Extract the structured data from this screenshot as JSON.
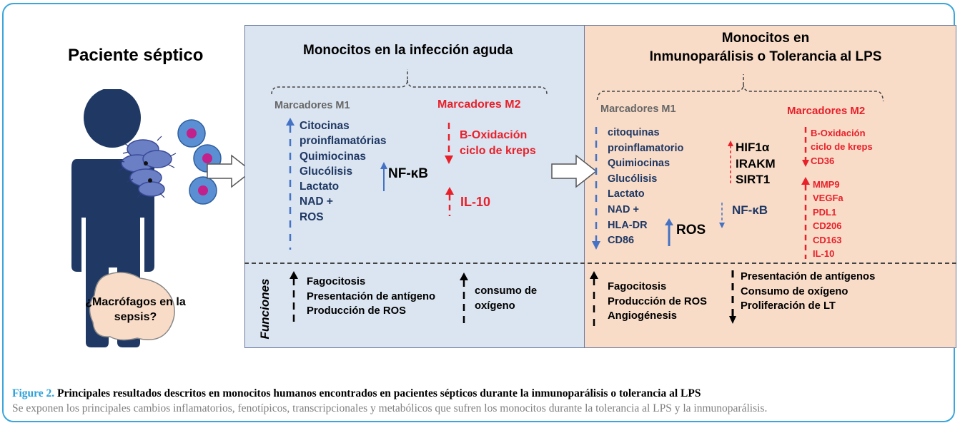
{
  "left": {
    "title": "Paciente séptico",
    "blob_text": "¿Macrófagos en la sepsis?"
  },
  "panel_acute": {
    "title": "Monocitos en la infección aguda",
    "m1_label": "Marcadores M1",
    "m2_label": "Marcadores M2",
    "m1_items": [
      "Citocinas",
      "proinflamatórias",
      "Quimiocinas",
      "Glucólisis",
      "Lactato",
      "NAD +",
      "ROS"
    ],
    "nfkb": "NF-κB",
    "m2_items": [
      "B-Oxidación",
      "ciclo de kreps"
    ],
    "il10": "IL-10",
    "functions_label": "Funciones",
    "func_items": [
      "Fagocitosis",
      "Presentación de antígeno",
      "Producción de ROS"
    ],
    "func_right": [
      "consumo de",
      "oxígeno"
    ]
  },
  "panel_tolerance": {
    "title_line1": "Monocitos en",
    "title_line2": "Inmunoparálisis o Tolerancia al LPS",
    "m1_label": "Marcadores M1",
    "m2_label": "Marcadores M2",
    "m1_items": [
      "citoquinas",
      "proinflamatorio",
      "Quimiocinas",
      "Glucólisis",
      "Lactato",
      "NAD +",
      "HLA-DR",
      "CD86"
    ],
    "ros": "ROS",
    "center_items": [
      "HIF1α",
      "IRAKM",
      "SIRT1"
    ],
    "nfkb": "NF-κB",
    "m2_top": [
      "B-Oxidación",
      "ciclo de kreps",
      "CD36"
    ],
    "m2_bottom": [
      "MMP9",
      "VEGFa",
      "PDL1",
      "CD206",
      "CD163",
      "IL-10"
    ],
    "func_items": [
      "Fagocitosis",
      "Producción de ROS",
      "Angiogénesis"
    ],
    "func_right": [
      "Presentación de antígenos",
      "Consumo de oxígeno",
      "Proliferación de LT"
    ]
  },
  "caption": {
    "figure_label": "Figure 2.",
    "title": "Principales resultados descritos en monocitos humanos encontrados en pacientes sépticos durante la inmunoparálisis o tolerancia al LPS",
    "body": "Se exponen los principales cambios inflamatorios, fenotípicos, transcripcionales y metabólicos que sufren los monocitos durante la tolerancia al LPS y la inmunoparálisis."
  },
  "colors": {
    "frame": "#3aa6dc",
    "panel_acute": "#dbe5f1",
    "panel_tolerance": "#f8dcc8",
    "navy": "#1f3864",
    "red": "#e8202a",
    "arrow_blue": "#4472c4",
    "figure_person": "#1f3864"
  }
}
